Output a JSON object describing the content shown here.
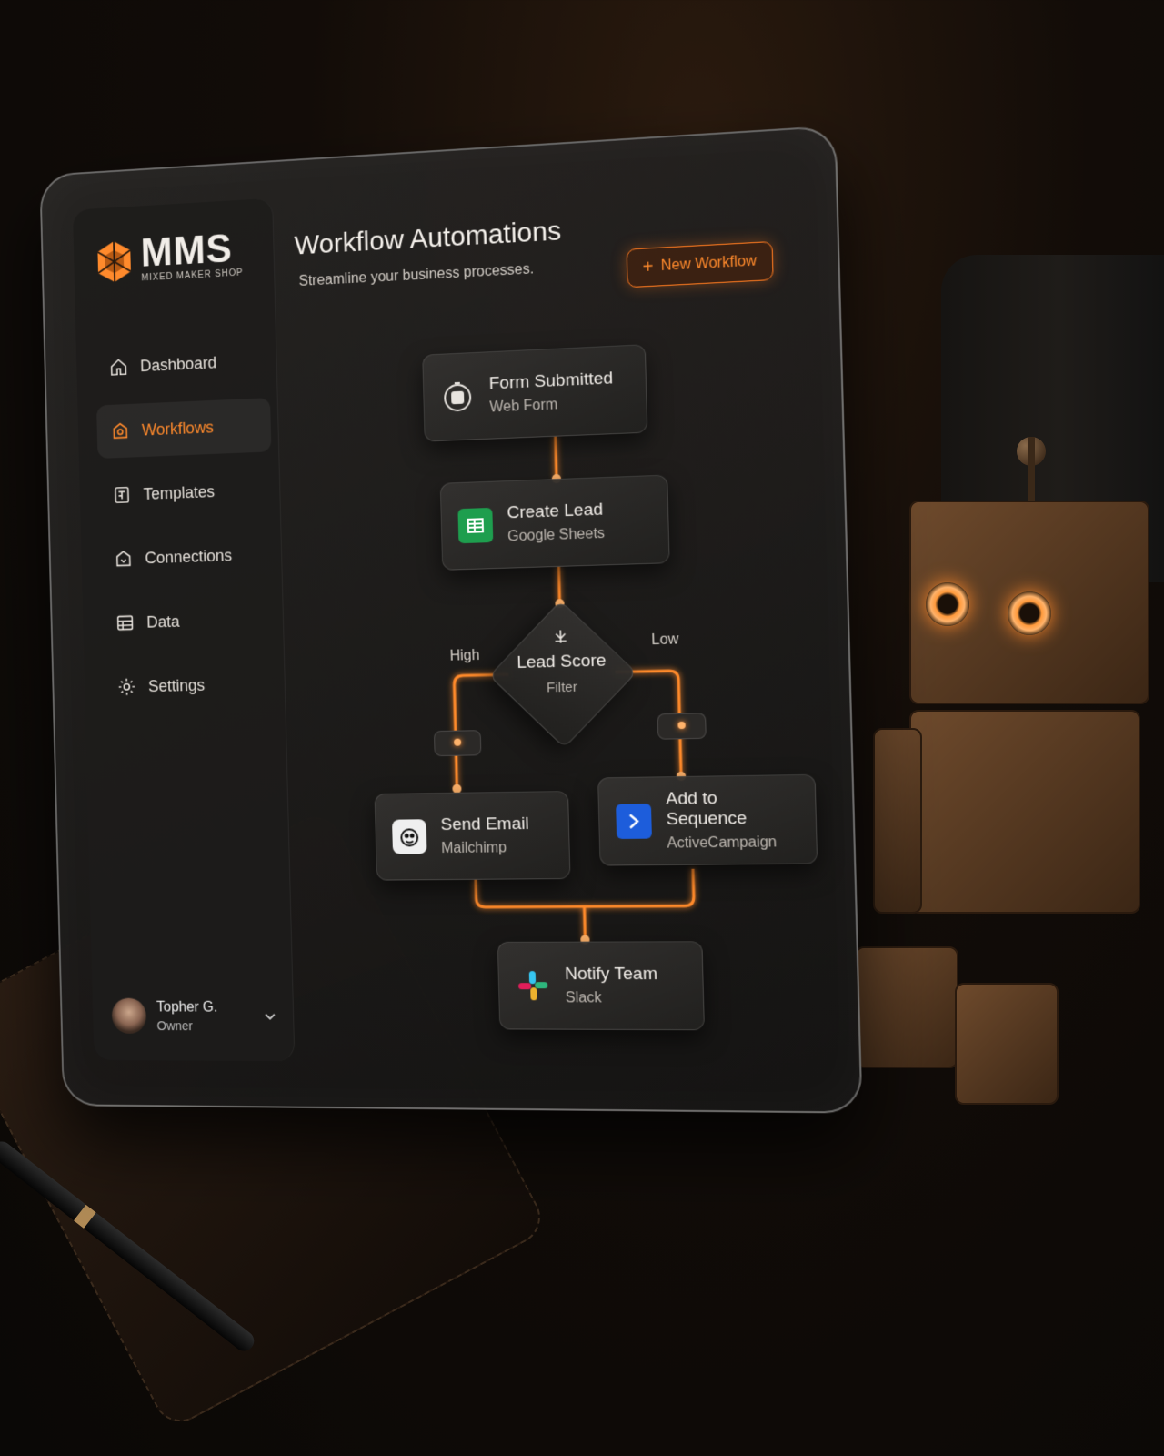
{
  "brand": {
    "name": "MMS",
    "tagline": "MIXED MAKER SHOP",
    "accent": "#ff8a2c"
  },
  "sidebar": {
    "items": [
      {
        "label": "Dashboard",
        "icon": "home-icon",
        "active": false
      },
      {
        "label": "Workflows",
        "icon": "workflow-icon",
        "active": true
      },
      {
        "label": "Templates",
        "icon": "template-icon",
        "active": false
      },
      {
        "label": "Connections",
        "icon": "connections-icon",
        "active": false
      },
      {
        "label": "Data",
        "icon": "database-icon",
        "active": false
      },
      {
        "label": "Settings",
        "icon": "gear-icon",
        "active": false
      }
    ]
  },
  "user": {
    "name": "Topher G.",
    "role": "Owner"
  },
  "main": {
    "title": "Workflow Automations",
    "subtitle": "Streamline your business processes.",
    "new_button": "New Workflow"
  },
  "workflow": {
    "trigger": {
      "title": "Form Submitted",
      "source": "Web Form",
      "icon": "form-icon"
    },
    "step1": {
      "title": "Create Lead",
      "source": "Google Sheets",
      "icon": "google-sheets-icon"
    },
    "filter": {
      "title": "Lead Score",
      "source": "Filter",
      "icon": "filter-icon"
    },
    "branch_high": "High",
    "branch_low": "Low",
    "high_action": {
      "title": "Send Email",
      "source": "Mailchimp",
      "icon": "mailchimp-icon"
    },
    "low_action": {
      "title": "Add to Sequence",
      "source": "ActiveCampaign",
      "icon": "activecampaign-icon"
    },
    "final": {
      "title": "Notify Team",
      "source": "Slack",
      "icon": "slack-icon"
    }
  }
}
